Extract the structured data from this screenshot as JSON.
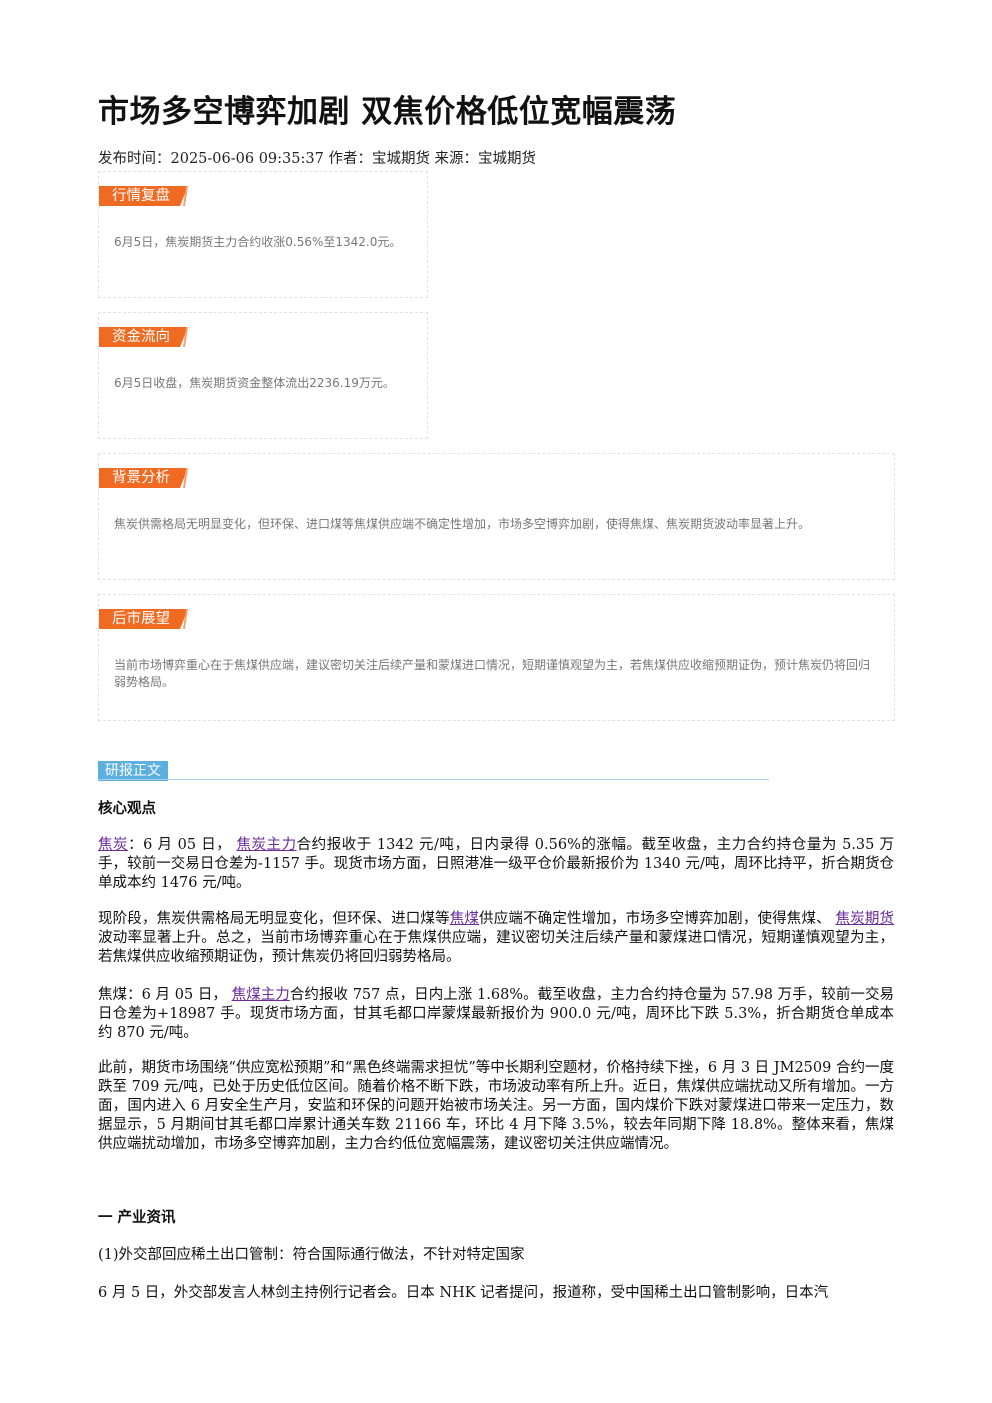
{
  "article": {
    "title": "市场多空博弈加剧 双焦价格低位宽幅震荡",
    "meta": "发布时间：2025-06-06 09:35:37 作者：宝城期货 来源：宝城期货"
  },
  "cards": [
    {
      "tag": "行情复盘",
      "text": "6月5日，焦炭期货主力合约收涨0.56%至1342.0元。"
    },
    {
      "tag": "资金流向",
      "text": "6月5日收盘，焦炭期货资金整体流出2236.19万元。"
    },
    {
      "tag": "背景分析",
      "text": "焦炭供需格局无明显变化，但环保、进口煤等焦煤供应端不确定性增加，市场多空博弈加剧，使得焦煤、焦炭期货波动率显著上升。"
    },
    {
      "tag": "后市展望",
      "text": "当前市场博弈重心在于焦煤供应端，建议密切关注后续产量和蒙煤进口情况，短期谨慎观望为主，若焦煤供应收缩预期证伪，预计焦炭仍将回归弱势格局。"
    }
  ],
  "report": {
    "section_tag": "研报正文",
    "core_heading": "核心观点",
    "p1": {
      "link1": "焦炭",
      "t1": "：6 月 05 日，",
      "link2": "焦炭主力",
      "t2": "合约报收于 1342 元/吨，日内录得 0.56%的涨幅。截至收盘，主力合约持仓量为 5.35 万手，较前一交易日仓差为-1157 手。现货市场方面，日照港准一级平仓价最新报价为 1340 元/吨，周环比持平，折合期货仓单成本约 1476 元/吨。"
    },
    "p2": {
      "t1": "现阶段，焦炭供需格局无明显变化，但环保、进口煤等",
      "link1": "焦煤",
      "t2": "供应端不确定性增加，市场多空博弈加剧，使得焦煤、",
      "link2": "焦炭期货",
      "t3": "波动率显著上升。总之，当前市场博弈重心在于焦煤供应端，建议密切关注后续产量和蒙煤进口情况，短期谨慎观望为主，若焦煤供应收缩预期证伪，预计焦炭仍将回归弱势格局。"
    },
    "p3": {
      "t1": "焦煤：6 月 05 日，",
      "link1": "焦煤主力",
      "t2": "合约报收 757 点，日内上涨 1.68%。截至收盘，主力合约持仓量为 57.98 万手，较前一交易日仓差为+18987 手。现货市场方面，甘其毛都口岸蒙煤最新报价为 900.0 元/吨，周环比下跌 5.3%，折合期货仓单成本约 870 元/吨。"
    },
    "p4": "此前，期货市场围绕“供应宽松预期”和“黑色终端需求担忧”等中长期利空题材，价格持续下挫，6 月 3 日 JM2509 合约一度跌至 709 元/吨，已处于历史低位区间。随着价格不断下跌，市场波动率有所上升。近日，焦煤供应端扰动又所有增加。一方面，国内进入 6 月安全生产月，安监和环保的问题开始被市场关注。另一方面，国内煤价下跌对蒙煤进口带来一定压力，数据显示，5 月期间甘其毛都口岸累计通关车数 21166 车，环比 4 月下降 3.5%，较去年同期下降 18.8%。整体来看，焦煤供应端扰动增加，市场多空博弈加剧，主力合约低位宽幅震荡，建议密切关注供应端情况。",
    "industry_heading": "一 产业资讯",
    "news1_title": "(1)外交部回应稀土出口管制：符合国际通行做法，不针对特定国家",
    "news1_text": "6 月 5 日，外交部发言人林剑主持例行记者会。日本 NHK 记者提问，报道称，受中国稀土出口管制影响，日本汽"
  }
}
